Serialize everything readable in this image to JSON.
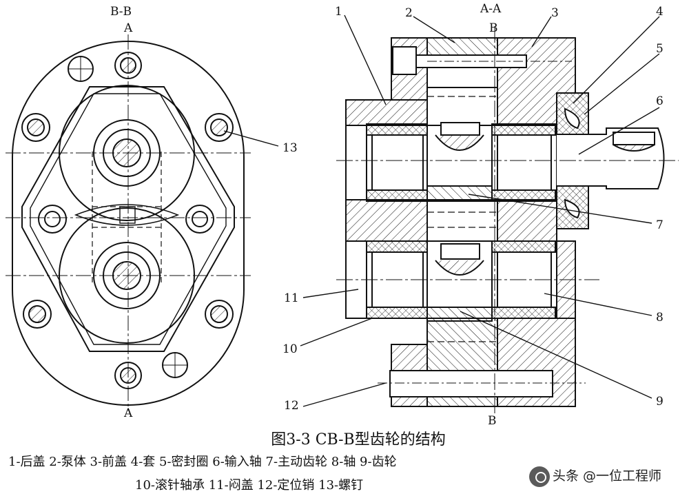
{
  "section_bb": {
    "title": "B-B",
    "mark_top": "A",
    "mark_bottom": "A"
  },
  "section_aa": {
    "title": "A-A",
    "mark_top": "B",
    "mark_bottom": "B"
  },
  "part_labels": [
    "1",
    "2",
    "3",
    "4",
    "5",
    "6",
    "7",
    "8",
    "9",
    "10",
    "11",
    "12",
    "13"
  ],
  "caption": {
    "title": "图3-3   CB-B型齿轮的结构",
    "legend_line1": "1-后盖 2-泵体 3-前盖 4-套 5-密封圈 6-输入轴 7-主动齿轮 8-轴 9-齿轮",
    "legend_line2": "10-滚针轴承 11-闷盖 12-定位销 13-螺钉"
  },
  "watermark": {
    "text": "头条 @一位工程师"
  },
  "colors": {
    "line": "#111111",
    "background": "#ffffff"
  }
}
